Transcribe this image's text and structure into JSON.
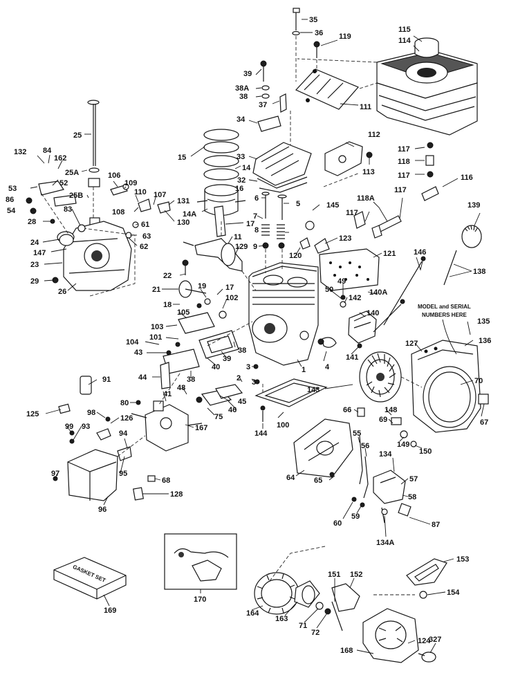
{
  "callouts": [
    {
      "id": "35",
      "label": "35"
    },
    {
      "id": "36a",
      "label": "36"
    },
    {
      "id": "119",
      "label": "119"
    },
    {
      "id": "115",
      "label": "115"
    },
    {
      "id": "114",
      "label": "114"
    },
    {
      "id": "39a",
      "label": "39"
    },
    {
      "id": "38a",
      "label": "38A"
    },
    {
      "id": "38b",
      "label": "38"
    },
    {
      "id": "37",
      "label": "37"
    },
    {
      "id": "34",
      "label": "34"
    },
    {
      "id": "111",
      "label": "111"
    },
    {
      "id": "25",
      "label": "25"
    },
    {
      "id": "112",
      "label": "112"
    },
    {
      "id": "15",
      "label": "15"
    },
    {
      "id": "14",
      "label": "14"
    },
    {
      "id": "33",
      "label": "33"
    },
    {
      "id": "132",
      "label": "132"
    },
    {
      "id": "84",
      "label": "84"
    },
    {
      "id": "162",
      "label": "162"
    },
    {
      "id": "25a",
      "label": "25A"
    },
    {
      "id": "113",
      "label": "113"
    },
    {
      "id": "117a",
      "label": "117"
    },
    {
      "id": "118",
      "label": "118"
    },
    {
      "id": "117b",
      "label": "117"
    },
    {
      "id": "116",
      "label": "116"
    },
    {
      "id": "32",
      "label": "32"
    },
    {
      "id": "106",
      "label": "106"
    },
    {
      "id": "52",
      "label": "52"
    },
    {
      "id": "109",
      "label": "109"
    },
    {
      "id": "16",
      "label": "16"
    },
    {
      "id": "53",
      "label": "53"
    },
    {
      "id": "25b",
      "label": "25B"
    },
    {
      "id": "110",
      "label": "110"
    },
    {
      "id": "107",
      "label": "107"
    },
    {
      "id": "6",
      "label": "6"
    },
    {
      "id": "5",
      "label": "5"
    },
    {
      "id": "118a",
      "label": "118A"
    },
    {
      "id": "117c",
      "label": "117"
    },
    {
      "id": "86",
      "label": "86"
    },
    {
      "id": "131",
      "label": "131"
    },
    {
      "id": "145",
      "label": "145"
    },
    {
      "id": "139",
      "label": "139"
    },
    {
      "id": "54",
      "label": "54"
    },
    {
      "id": "108",
      "label": "108"
    },
    {
      "id": "14a",
      "label": "14A"
    },
    {
      "id": "83",
      "label": "83"
    },
    {
      "id": "130",
      "label": "130"
    },
    {
      "id": "7",
      "label": "7"
    },
    {
      "id": "117d",
      "label": "117"
    },
    {
      "id": "28",
      "label": "28"
    },
    {
      "id": "61",
      "label": "61"
    },
    {
      "id": "17a",
      "label": "17"
    },
    {
      "id": "8",
      "label": "8"
    },
    {
      "id": "63",
      "label": "63"
    },
    {
      "id": "24",
      "label": "24"
    },
    {
      "id": "11",
      "label": "11"
    },
    {
      "id": "123",
      "label": "123"
    },
    {
      "id": "62",
      "label": "62"
    },
    {
      "id": "129",
      "label": "129"
    },
    {
      "id": "9",
      "label": "9"
    },
    {
      "id": "147",
      "label": "147"
    },
    {
      "id": "120",
      "label": "120"
    },
    {
      "id": "121",
      "label": "121"
    },
    {
      "id": "146",
      "label": "146"
    },
    {
      "id": "23",
      "label": "23"
    },
    {
      "id": "138",
      "label": "138"
    },
    {
      "id": "22",
      "label": "22"
    },
    {
      "id": "29",
      "label": "29"
    },
    {
      "id": "50",
      "label": "50"
    },
    {
      "id": "49",
      "label": "49"
    },
    {
      "id": "140a",
      "label": "140A"
    },
    {
      "id": "21",
      "label": "21"
    },
    {
      "id": "19",
      "label": "19"
    },
    {
      "id": "17b",
      "label": "17"
    },
    {
      "id": "26",
      "label": "26"
    },
    {
      "id": "102",
      "label": "102"
    },
    {
      "id": "142",
      "label": "142"
    },
    {
      "id": "18",
      "label": "18"
    },
    {
      "id": "105",
      "label": "105"
    },
    {
      "id": "140",
      "label": "140"
    },
    {
      "id": "135",
      "label": "135"
    },
    {
      "id": "103",
      "label": "103"
    },
    {
      "id": "101",
      "label": "101"
    },
    {
      "id": "39b",
      "label": "39"
    },
    {
      "id": "136",
      "label": "136"
    },
    {
      "id": "104",
      "label": "104"
    },
    {
      "id": "38c",
      "label": "38"
    },
    {
      "id": "127",
      "label": "127"
    },
    {
      "id": "43",
      "label": "43"
    },
    {
      "id": "141",
      "label": "141"
    },
    {
      "id": "4",
      "label": "4"
    },
    {
      "id": "40",
      "label": "40"
    },
    {
      "id": "1",
      "label": "1"
    },
    {
      "id": "3a",
      "label": "3"
    },
    {
      "id": "44",
      "label": "44"
    },
    {
      "id": "38d",
      "label": "38"
    },
    {
      "id": "2",
      "label": "2"
    },
    {
      "id": "91",
      "label": "91"
    },
    {
      "id": "70",
      "label": "70"
    },
    {
      "id": "3b",
      "label": "3"
    },
    {
      "id": "143",
      "label": "143"
    },
    {
      "id": "48",
      "label": "48"
    },
    {
      "id": "41",
      "label": "41"
    },
    {
      "id": "45",
      "label": "45"
    },
    {
      "id": "80",
      "label": "80"
    },
    {
      "id": "46",
      "label": "46"
    },
    {
      "id": "66",
      "label": "66"
    },
    {
      "id": "148",
      "label": "148"
    },
    {
      "id": "125",
      "label": "125"
    },
    {
      "id": "98",
      "label": "98"
    },
    {
      "id": "75",
      "label": "75"
    },
    {
      "id": "69",
      "label": "69"
    },
    {
      "id": "67",
      "label": "67"
    },
    {
      "id": "126",
      "label": "126"
    },
    {
      "id": "100",
      "label": "100"
    },
    {
      "id": "99",
      "label": "99"
    },
    {
      "id": "93",
      "label": "93"
    },
    {
      "id": "167",
      "label": "167"
    },
    {
      "id": "144",
      "label": "144"
    },
    {
      "id": "55",
      "label": "55"
    },
    {
      "id": "149",
      "label": "149"
    },
    {
      "id": "94",
      "label": "94"
    },
    {
      "id": "56",
      "label": "56"
    },
    {
      "id": "150",
      "label": "150"
    },
    {
      "id": "134",
      "label": "134"
    },
    {
      "id": "97",
      "label": "97"
    },
    {
      "id": "95",
      "label": "95"
    },
    {
      "id": "68",
      "label": "68"
    },
    {
      "id": "64",
      "label": "64"
    },
    {
      "id": "65",
      "label": "65"
    },
    {
      "id": "57",
      "label": "57"
    },
    {
      "id": "128",
      "label": "128"
    },
    {
      "id": "58",
      "label": "58"
    },
    {
      "id": "96",
      "label": "96"
    },
    {
      "id": "60",
      "label": "60"
    },
    {
      "id": "59",
      "label": "59"
    },
    {
      "id": "87",
      "label": "87"
    },
    {
      "id": "134a",
      "label": "134A"
    },
    {
      "id": "153",
      "label": "153"
    },
    {
      "id": "151",
      "label": "151"
    },
    {
      "id": "152",
      "label": "152"
    },
    {
      "id": "154",
      "label": "154"
    },
    {
      "id": "170",
      "label": "170"
    },
    {
      "id": "169",
      "label": "169"
    },
    {
      "id": "164",
      "label": "164"
    },
    {
      "id": "163",
      "label": "163"
    },
    {
      "id": "71",
      "label": "71"
    },
    {
      "id": "72",
      "label": "72"
    },
    {
      "id": "124",
      "label": "124"
    },
    {
      "id": "327",
      "label": "327"
    },
    {
      "id": "168",
      "label": "168"
    }
  ],
  "notes": {
    "model_line1": "MODEL and SERIAL",
    "model_line2": "NUMBERS HERE",
    "gasket_kit": "GASKET SET"
  }
}
